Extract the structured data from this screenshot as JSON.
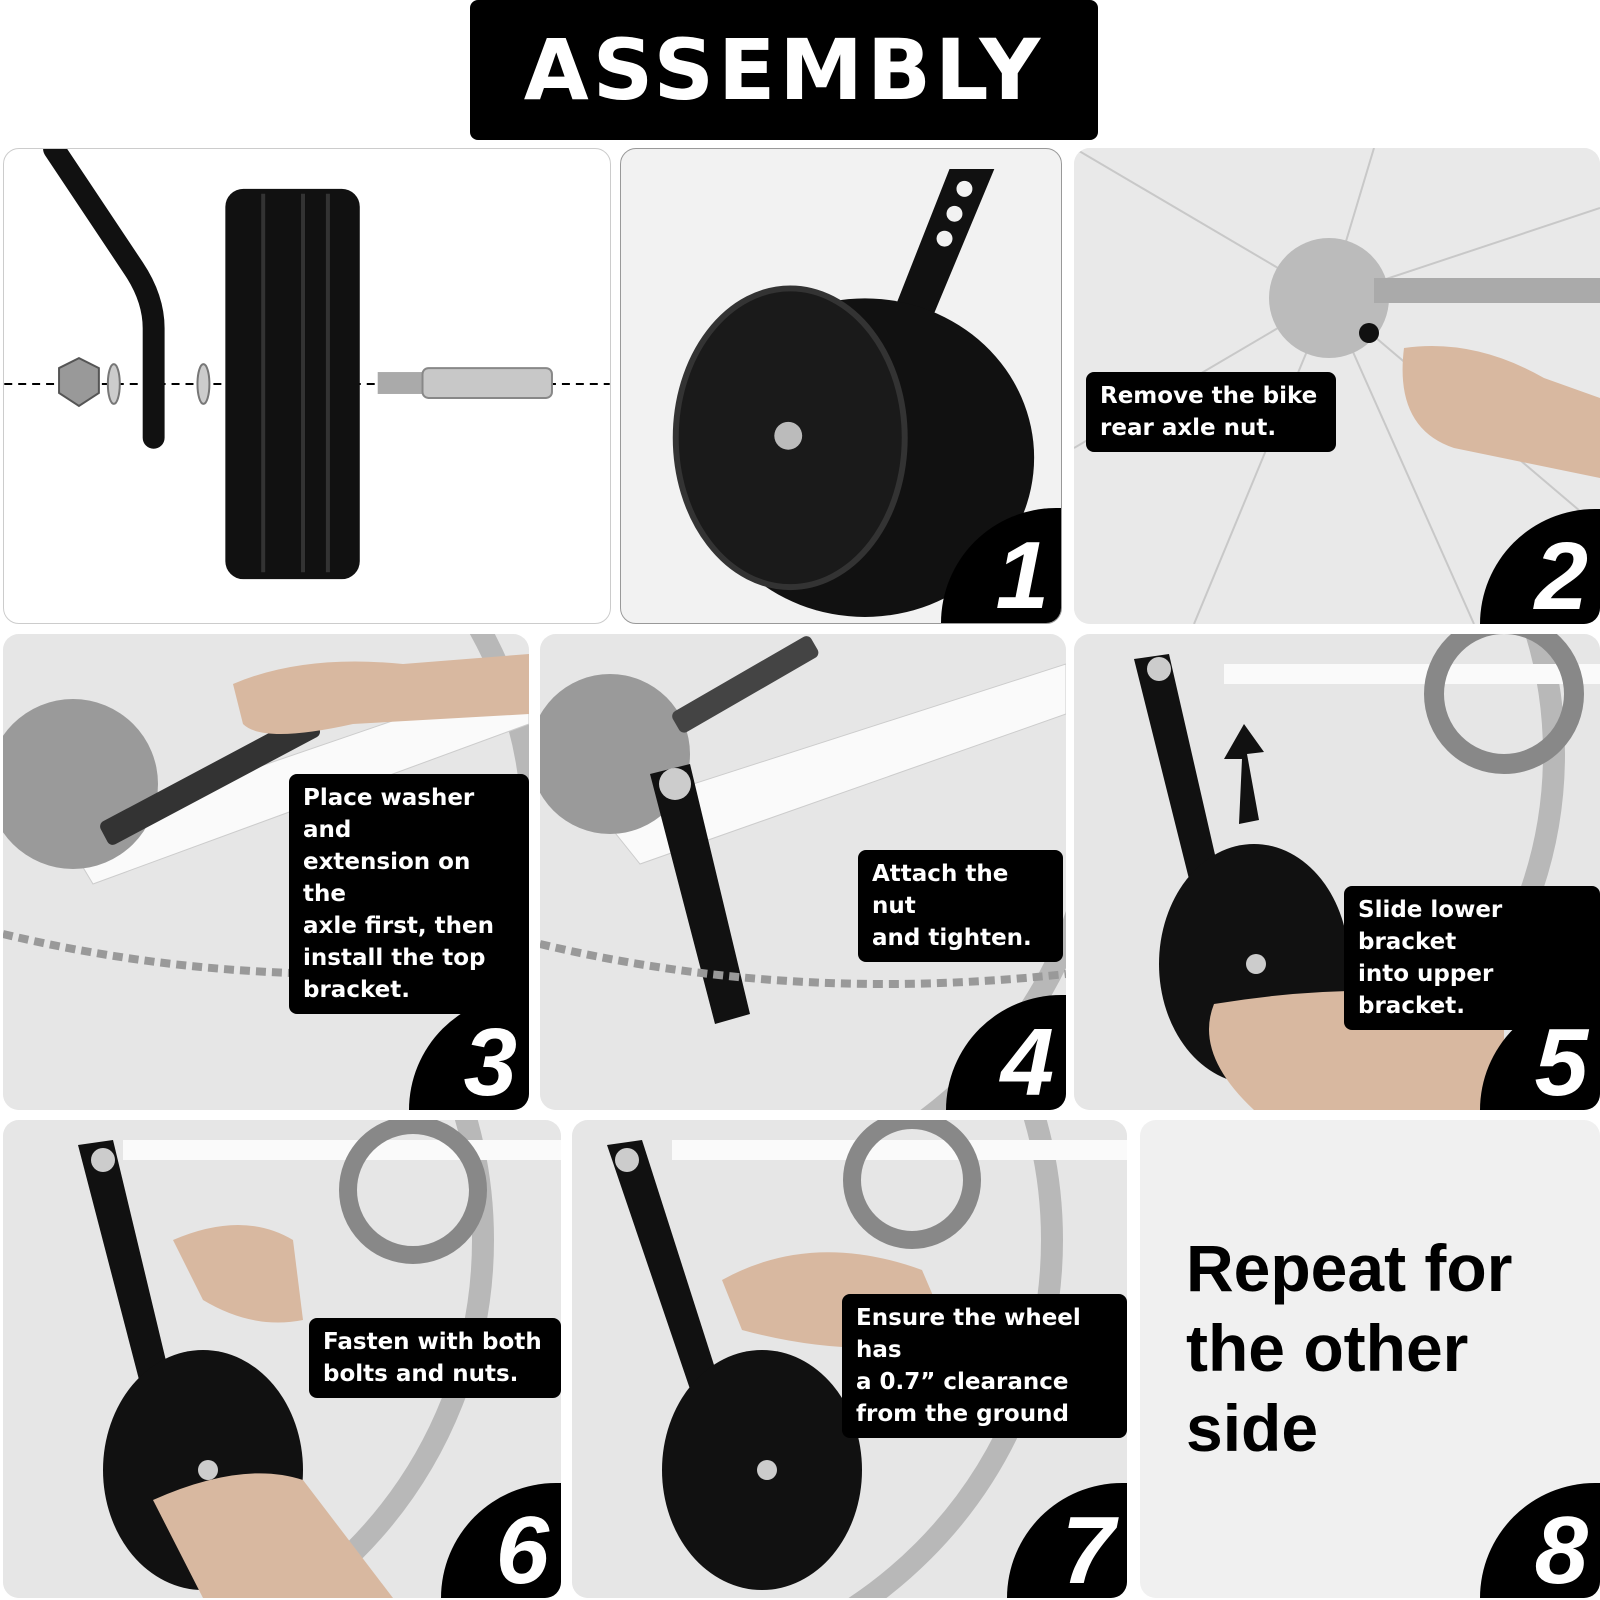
{
  "title": "ASSEMBLY",
  "panels": [
    {
      "step": "",
      "caption": ""
    },
    {
      "step": "1",
      "caption": ""
    },
    {
      "step": "2",
      "caption": "Remove the bike\nrear axle nut."
    },
    {
      "step": "3",
      "caption": "Place washer and\nextension on the\naxle first, then\ninstall the top\nbracket."
    },
    {
      "step": "4",
      "caption": "Attach the nut\nand tighten."
    },
    {
      "step": "5",
      "caption": "Slide lower bracket\ninto upper bracket."
    },
    {
      "step": "6",
      "caption": "Fasten with both\nbolts and nuts."
    },
    {
      "step": "7",
      "caption": "Ensure the wheel has\na 0.7”  clearance\nfrom the ground"
    },
    {
      "step": "8",
      "caption": "Repeat for\nthe other\nside"
    }
  ],
  "colors": {
    "caption_bg": "#000000",
    "caption_text": "#ffffff",
    "panel_bg": "#eeeeee"
  }
}
